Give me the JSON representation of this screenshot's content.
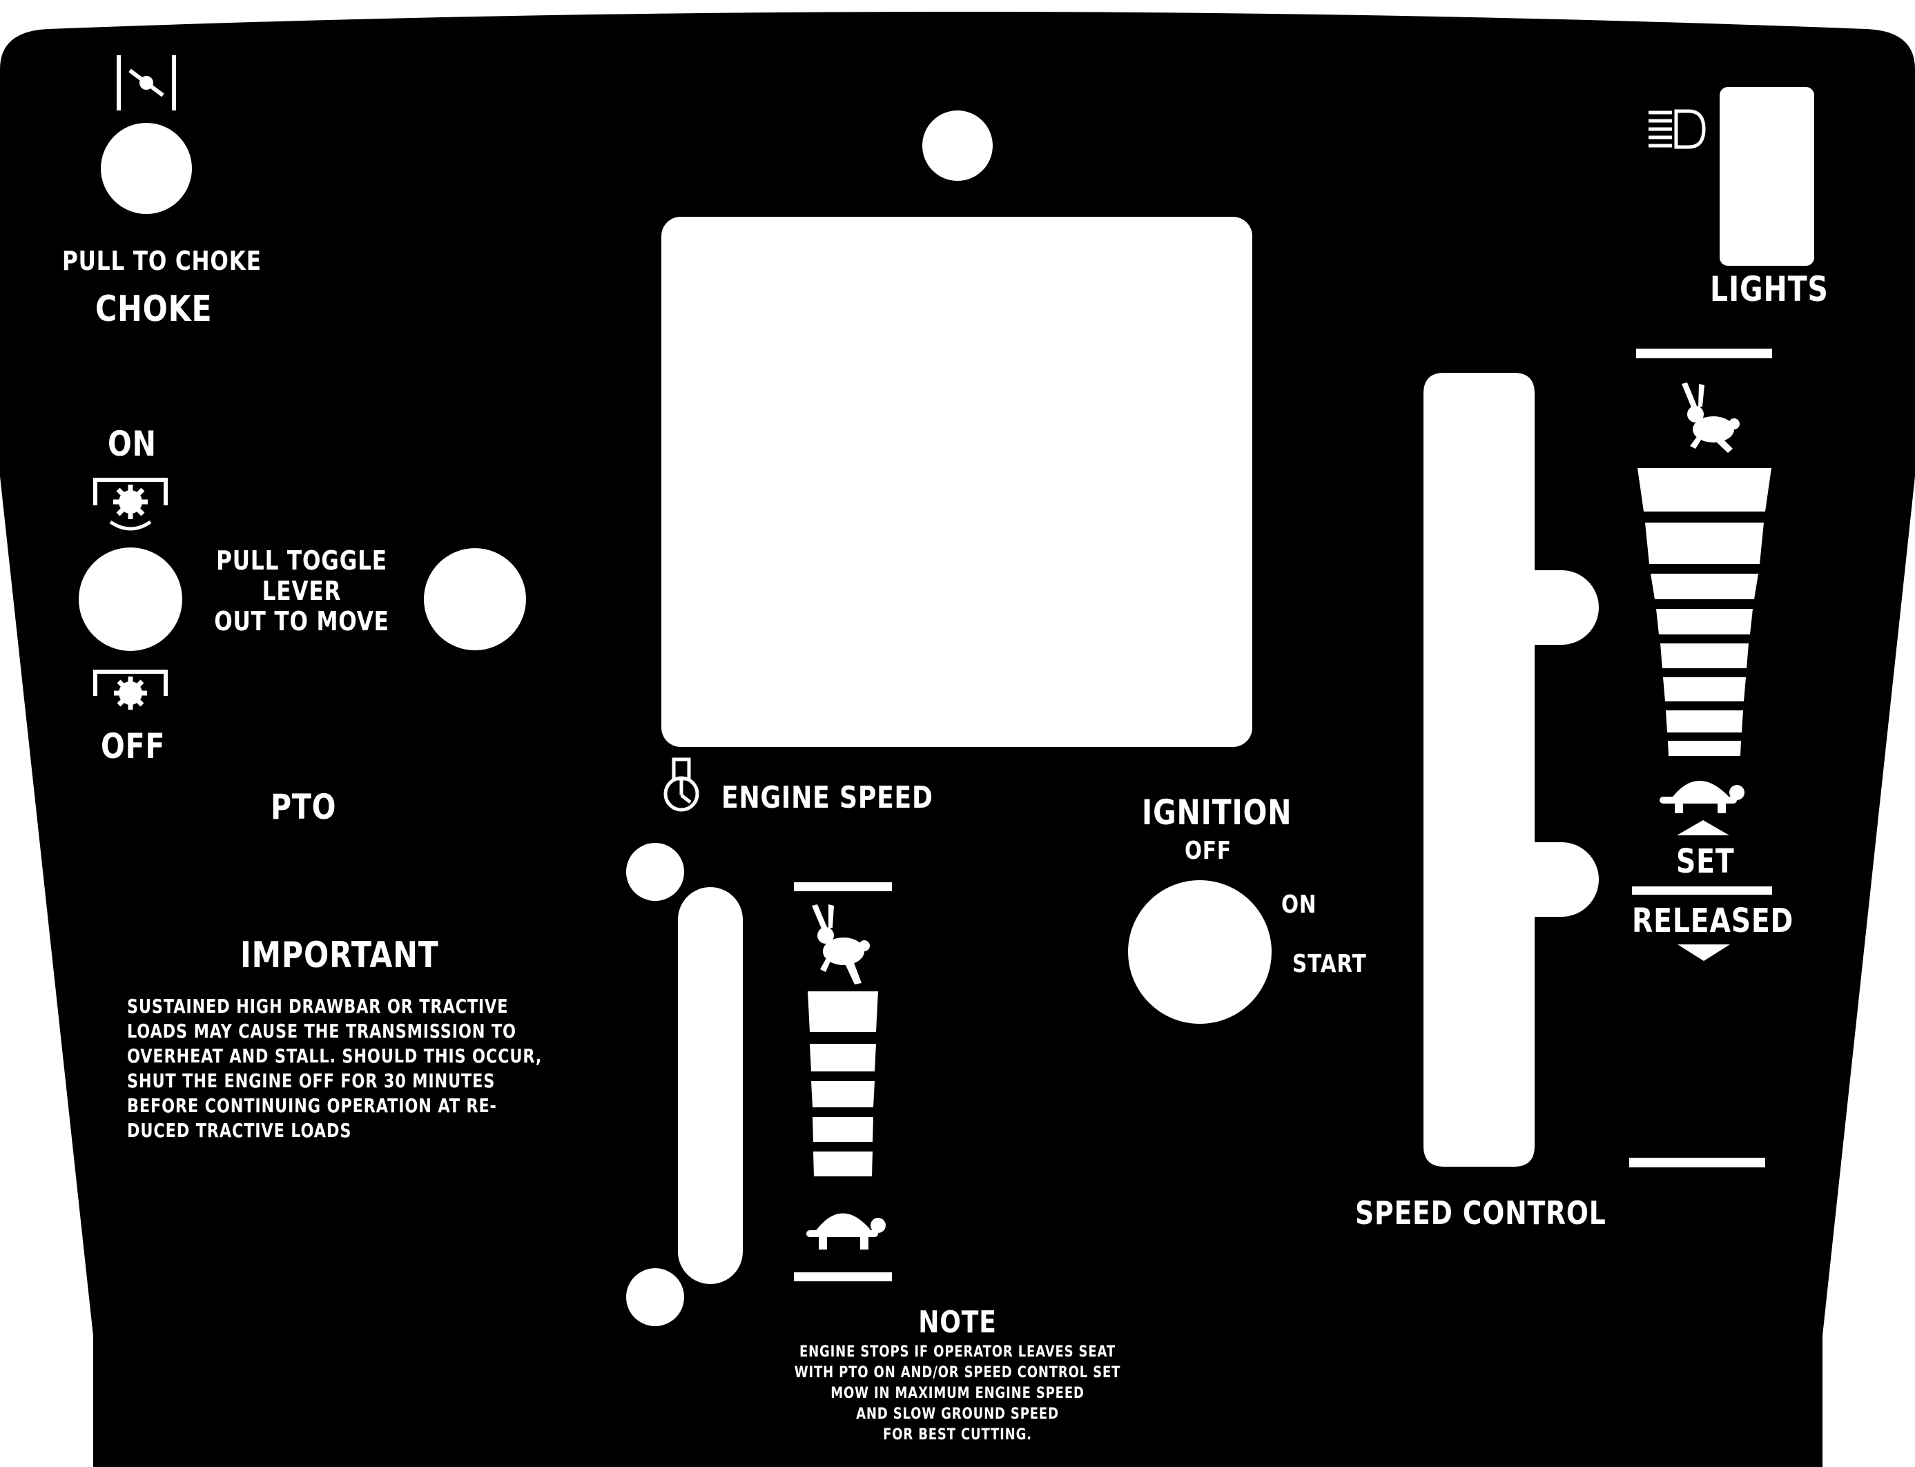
{
  "colors": {
    "panel": "#000000",
    "cutout": "#ffffff",
    "text": "#ffffff"
  },
  "icons": {
    "choke": "choke-symbol-icon",
    "lights": "headlight-icon",
    "pto_engaged": "pto-engaged-icon",
    "pto_disengaged": "pto-disengaged-icon",
    "engine_speed": "throttle-icon",
    "fast": "rabbit-icon",
    "slow": "turtle-icon",
    "up": "arrow-up-icon",
    "down": "arrow-down-icon"
  },
  "choke": {
    "instruction": "PULL TO CHOKE",
    "title": "CHOKE"
  },
  "lights": {
    "title": "LIGHTS"
  },
  "pto": {
    "on_label": "ON",
    "off_label": "OFF",
    "title": "PTO",
    "toggle_lines": [
      "PULL TOGGLE",
      "LEVER",
      "OUT TO MOVE"
    ]
  },
  "engine_speed": {
    "title": "ENGINE SPEED"
  },
  "ignition": {
    "title": "IGNITION",
    "off_label": "OFF",
    "on_label": "ON",
    "start_label": "START"
  },
  "speed_control": {
    "title": "SPEED CONTROL",
    "set_label": "SET",
    "released_label": "RELEASED"
  },
  "important": {
    "title": "IMPORTANT",
    "lines": [
      "SUSTAINED HIGH DRAWBAR OR TRACTIVE",
      "LOADS MAY CAUSE THE TRANSMISSION TO",
      "OVERHEAT AND STALL. SHOULD THIS OCCUR,",
      "SHUT THE ENGINE OFF FOR 30 MINUTES",
      "BEFORE CONTINUING OPERATION AT RE-",
      "DUCED TRACTIVE LOADS"
    ]
  },
  "note": {
    "title": "NOTE",
    "lines": [
      "ENGINE STOPS IF OPERATOR LEAVES SEAT",
      "WITH PTO ON AND/OR SPEED CONTROL SET",
      "MOW IN MAXIMUM ENGINE SPEED",
      "AND SLOW GROUND SPEED",
      "FOR BEST CUTTING."
    ]
  }
}
